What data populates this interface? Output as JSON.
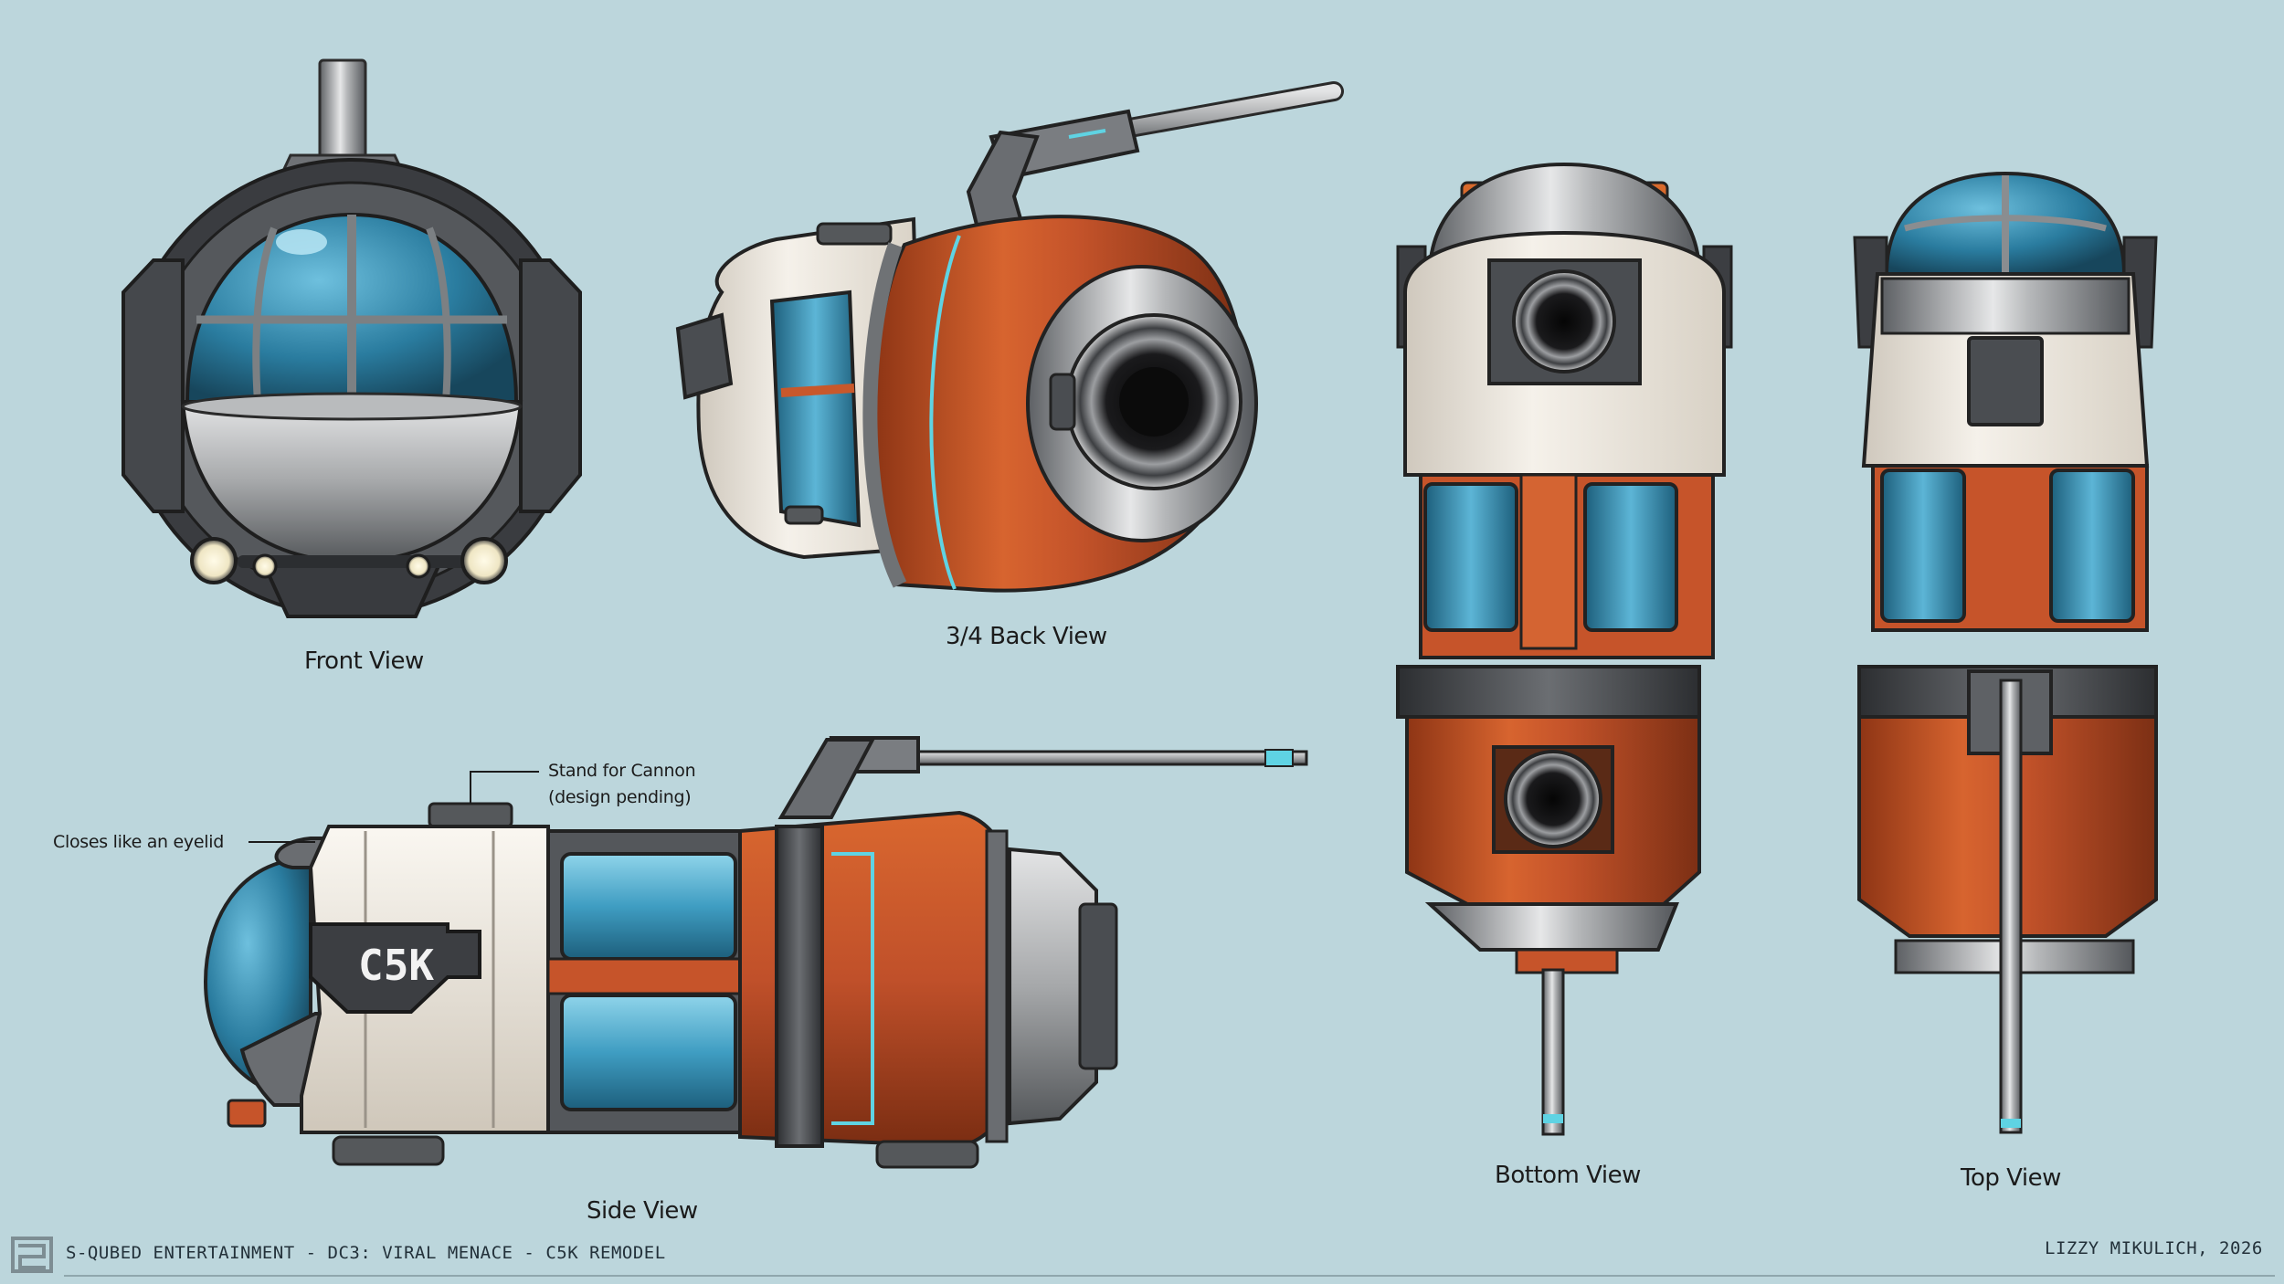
{
  "views": {
    "front": "Front View",
    "back34": "3/4 Back  View",
    "side": "Side View",
    "bottom": "Bottom View",
    "top": "Top View"
  },
  "annotations": {
    "eyelid": "Closes like an eyelid",
    "stand_line1": "Stand for Cannon",
    "stand_line2": "(design pending)"
  },
  "hull_marking": "C5K",
  "footer": {
    "left": "S-QUBED ENTERTAINMENT - DC3: VIRAL MENACE - C5K REMODEL",
    "right": "LIZZY MIKULICH, 2026",
    "logo_icon": "s-qubed-logo-icon"
  },
  "colors": {
    "background": "#bcd6dc",
    "hull_orange": "#c2532b",
    "hull_white": "#efeae2",
    "glass_blue": "#2f7d9e",
    "metal_grey": "#8d8f92",
    "accent_cyan": "#5fd3e3"
  }
}
